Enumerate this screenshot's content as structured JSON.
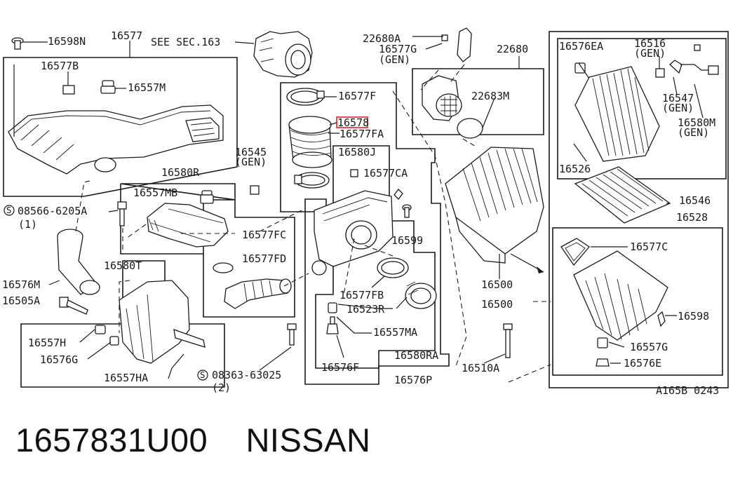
{
  "diagram": {
    "labels": {
      "p16598N": "16598N",
      "p16577": "16577",
      "see_sec": "SEE SEC.163",
      "p22680A": "22680A",
      "p16577G": "16577G",
      "gen1": "(GEN)",
      "p22680": "22680",
      "p16577B": "16577B",
      "p16557M": "16557M",
      "p16577F": "16577F",
      "p22683M": "22683M",
      "p16578": "16578",
      "p16577FA": "16577FA",
      "p16580J": "16580J",
      "p16545": "16545",
      "gen2": "(GEN)",
      "p16580R": "16580R",
      "p16577CA": "16577CA",
      "p16557MB": "16557MB",
      "s08566": "08566-6205A",
      "one": "(1)",
      "p16577FC": "16577FC",
      "p16599": "16599",
      "p16580T": "16580T",
      "p16577FD": "16577FD",
      "p16576M": "16576M",
      "p16505A": "16505A",
      "p16577FB": "16577FB",
      "p16523R": "16523R",
      "p16500a": "16500",
      "p16500b": "16500",
      "p16557H": "16557H",
      "p16557MA": "16557MA",
      "p16576G": "16576G",
      "p16580RA": "16580RA",
      "p16576F": "16576F",
      "p16510A": "16510A",
      "p16557HA": "16557HA",
      "s08363": "08363-63025",
      "two": "(2)",
      "p16576P": "16576P",
      "p16576EA": "16576EA",
      "p16516": "16516",
      "gen3": "(GEN)",
      "p16547": "16547",
      "gen4": "(GEN)",
      "p16580M": "16580M",
      "gen5": "(GEN)",
      "p16526": "16526",
      "p16546": "16546",
      "p16528": "16528",
      "p16577C": "16577C",
      "p16598": "16598",
      "p16557G": "16557G",
      "p16576E": "16576E",
      "ref": "A165B 0243",
      "s_mark": "S"
    }
  },
  "caption": {
    "part_number": "1657831U00",
    "brand": "NISSAN"
  },
  "colors": {
    "highlight": "#e23b3b",
    "ink": "#1a1a1a"
  }
}
